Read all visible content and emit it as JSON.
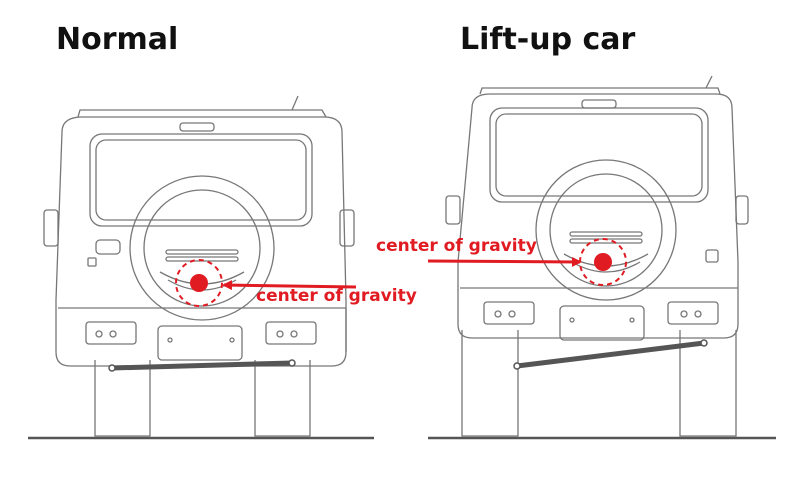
{
  "headings": {
    "normal": "Normal",
    "lifted": "Lift-up car"
  },
  "labels": {
    "cg_normal": "center of gravity",
    "cg_lifted": "center of gravity"
  },
  "colors": {
    "accent": "#e11b22",
    "outline": "#777777",
    "bar": "#555555",
    "ground": "#555555"
  }
}
